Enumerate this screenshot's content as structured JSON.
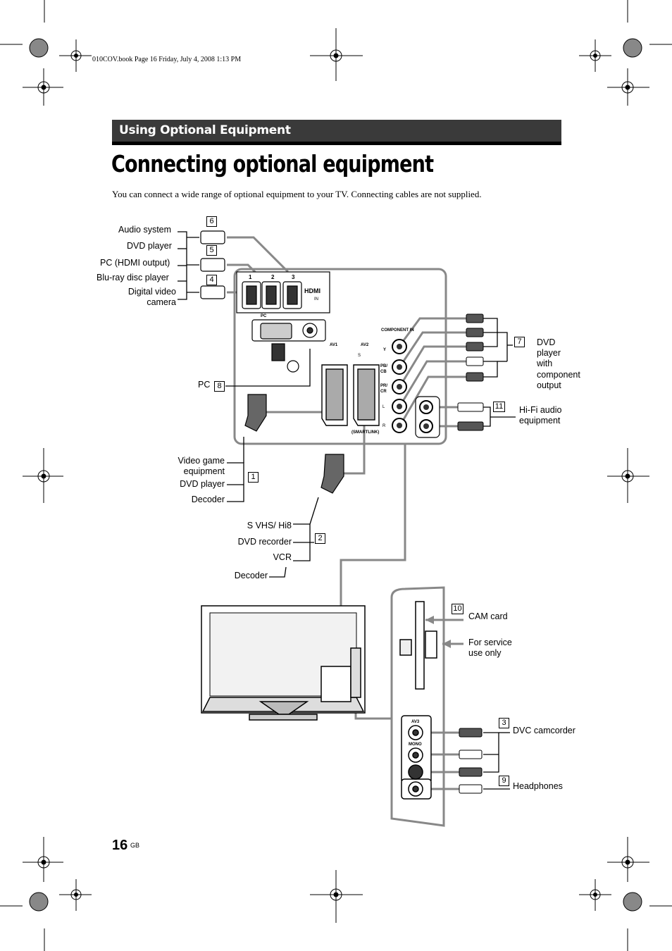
{
  "header": {
    "book_line": "010COV.book  Page 16  Friday, July 4, 2008  1:13 PM"
  },
  "section_title": "Using Optional Equipment",
  "title": "Connecting optional equipment",
  "intro": "You can connect a wide range of optional equipment to your TV. Connecting cables are not supplied.",
  "left_labels": {
    "audio_system": "Audio system",
    "dvd_player": "DVD player",
    "pc_hdmi": "PC (HDMI output)",
    "bluray": "Blu-ray disc player",
    "digital_video_1": "Digital video",
    "digital_video_2": "camera",
    "pc": "PC",
    "video_game_1": "Video game",
    "video_game_2": "equipment",
    "dvd_player_2": "DVD player",
    "decoder_1": "Decoder",
    "svhs": "S VHS/ Hi8",
    "dvd_recorder": "DVD recorder",
    "vcr": "VCR",
    "decoder_2": "Decoder"
  },
  "right_labels": {
    "dvd_component_1": "DVD",
    "dvd_component_2": "player",
    "dvd_component_3": "with",
    "dvd_component_4": "component",
    "dvd_component_5": "output",
    "hifi_1": "Hi-Fi audio",
    "hifi_2": "equipment",
    "cam_card": "CAM card",
    "service_1": "For service",
    "service_2": "use only",
    "dvc": "DVC camcorder",
    "headphones": "Headphones"
  },
  "numbers": {
    "n6": "6",
    "n5": "5",
    "n4": "4",
    "n8": "8",
    "n1": "1",
    "n2": "2",
    "n7": "7",
    "n11": "11",
    "n10": "10",
    "n3": "3",
    "n9": "9"
  },
  "panel_labels": {
    "hdmi_1": "1",
    "hdmi_2": "2",
    "hdmi_3": "3",
    "hdmi_logo": "HDMI",
    "hdmi_in": "IN",
    "pc": "PC",
    "av1": "AV1",
    "av2": "AV2",
    "s": "S",
    "component_in": "COMPONENT IN",
    "y": "Y",
    "pb": "PB/",
    "cb": "CB",
    "pr": "PR/",
    "cr": "CR",
    "l": "L",
    "r": "R",
    "smartlink": "(SMARTLINK)",
    "av3": "AV3",
    "mono": "MONO"
  },
  "footer": {
    "page": "16",
    "lang": "GB"
  }
}
